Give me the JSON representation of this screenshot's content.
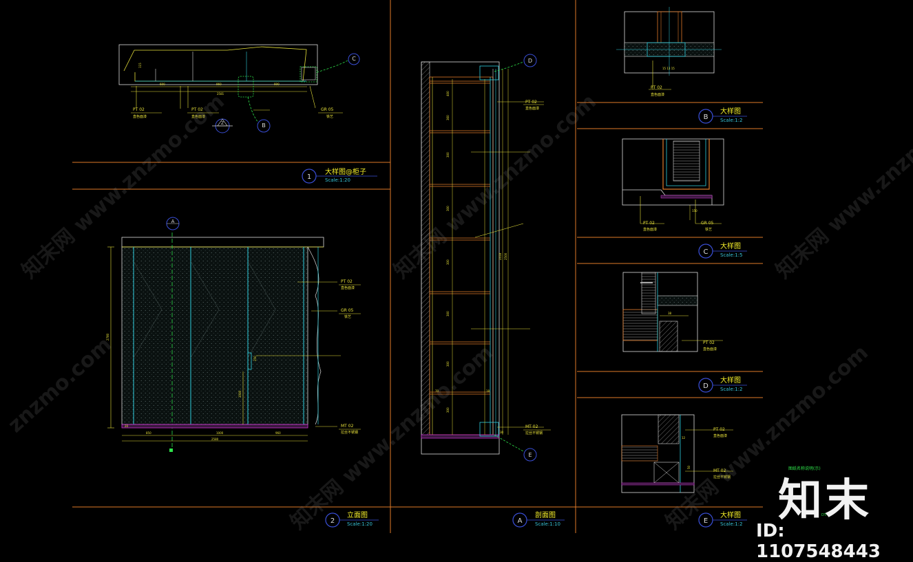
{
  "colors": {
    "background": "#000000",
    "frame_line": "#e07a28",
    "title_circle": "#3a4fd8",
    "title_text": "#f2ec2a",
    "scale_text": "#38c4d8",
    "leader": "#2ee24a",
    "cyan": "#2fd0e0",
    "yellow": "#e8e23a",
    "white": "#dcdcdc",
    "magenta": "#d030d8",
    "brand": "#f2f2f2"
  },
  "panels": {
    "p1": {
      "num": "1",
      "title": "大样图@柜子",
      "scale": "Scale:1:20"
    },
    "p2": {
      "num": "2",
      "title": "立面图",
      "scale": "Scale:1:20"
    },
    "pA": {
      "num": "A",
      "title": "剖面图",
      "scale": "Scale:1:10"
    },
    "pB": {
      "num": "B",
      "title": "大样图",
      "scale": "Scale:1:2"
    },
    "pC": {
      "num": "C",
      "title": "大样图",
      "scale": "Scale:1:5"
    },
    "pD": {
      "num": "D",
      "title": "大样图",
      "scale": "Scale:1:2"
    },
    "pE": {
      "num": "E",
      "title": "大样图",
      "scale": "Scale:1:2"
    }
  },
  "callouts": {
    "C": "C",
    "B": "B",
    "Z": "Z",
    "A": "A",
    "D": "D",
    "E": "E"
  },
  "tags": {
    "pt02": "PT 02",
    "gr05": "GR 05",
    "mt02": "MT 02",
    "pt02_desc": "直色面漆",
    "gr05_desc": "铁艺",
    "mt02_desc": "拉丝不锈钢"
  },
  "dims": {
    "p1": [
      "600",
      "960",
      "900",
      "2581",
      "115"
    ],
    "p2": [
      "850",
      "1000",
      "960",
      "2580",
      "2780",
      "1000",
      "250",
      "20"
    ],
    "pA": [
      "400",
      "360",
      "300",
      "300",
      "300",
      "300",
      "300",
      "300",
      "2418",
      "2500",
      "70",
      "18",
      "30"
    ],
    "pC": [
      "150"
    ],
    "pD": [
      "38"
    ],
    "pE": [
      "12",
      "50"
    ]
  },
  "sheet": {
    "title": "图纸名称说明(示)",
    "code": "DT-10"
  },
  "watermark": {
    "text": "知末网 www.znzmo.com",
    "domain": "znzmo.com"
  },
  "brand": {
    "logo": "知末",
    "id": "ID: 1107548443"
  }
}
